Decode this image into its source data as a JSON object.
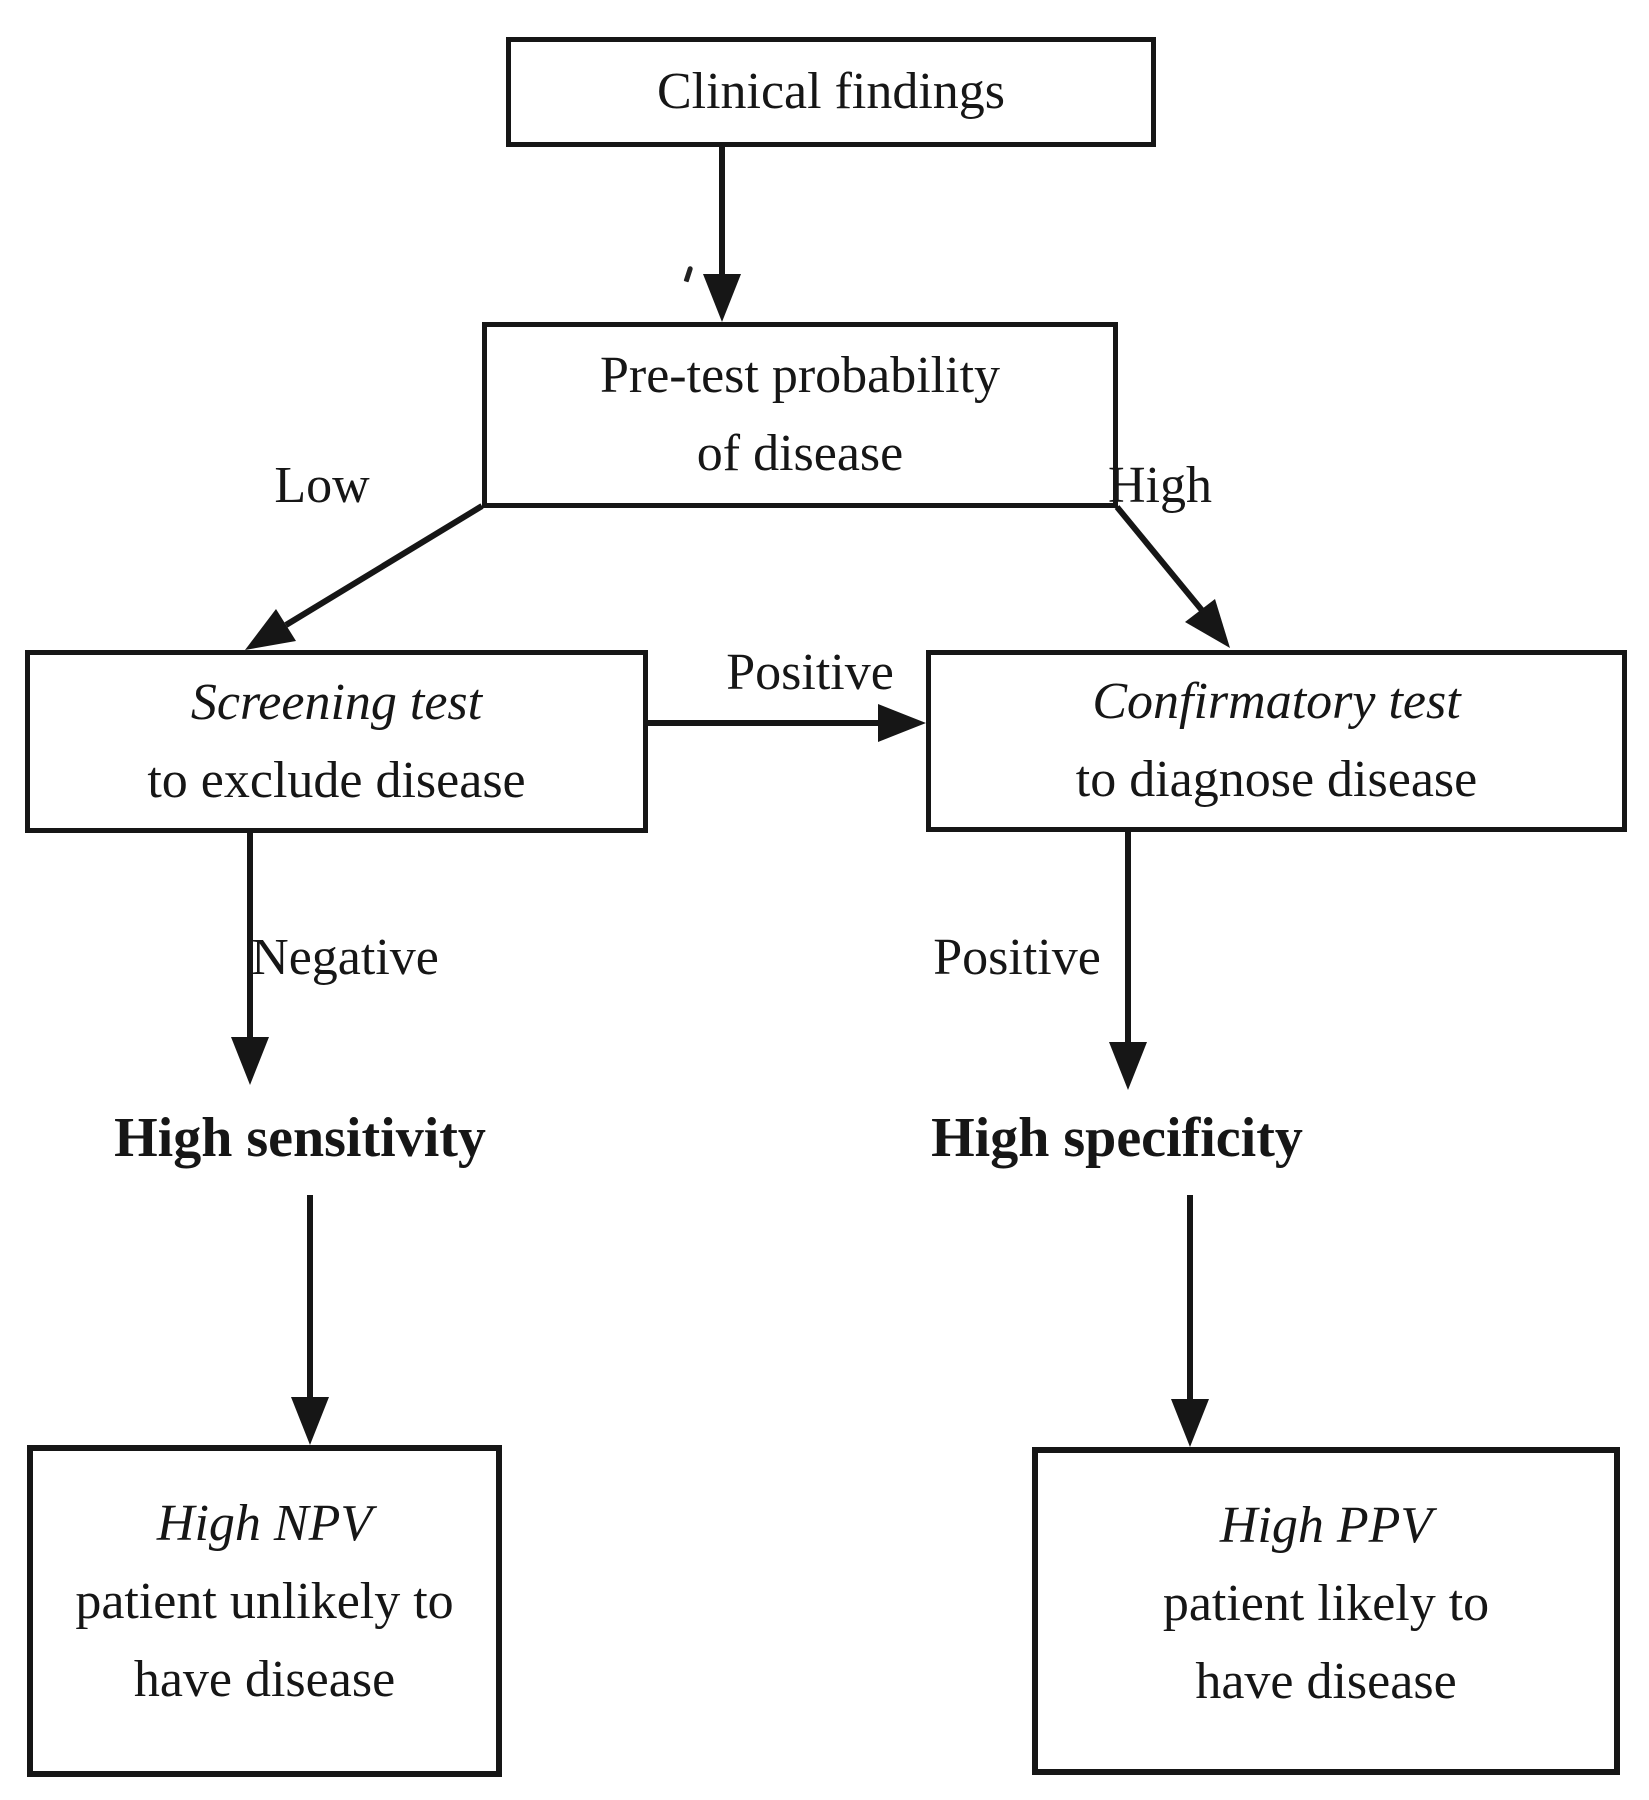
{
  "page": {
    "background": "#ffffff",
    "ink": "#161616"
  },
  "nodes": {
    "clinical": {
      "label": "Clinical findings"
    },
    "pretest": {
      "lines": [
        "Pre-test probability",
        "of disease"
      ]
    },
    "screening": {
      "emphasis": "Screening test",
      "rest": "to exclude disease"
    },
    "confirmatory": {
      "emphasis": "Confirmatory test",
      "rest": "to diagnose disease"
    },
    "sensitivity": {
      "label": "High sensitivity"
    },
    "specificity": {
      "label": "High specificity"
    },
    "npv": {
      "emphasis": "High NPV",
      "line2": "patient unlikely to",
      "line3": "have disease"
    },
    "ppv": {
      "emphasis": "High PPV",
      "line2": "patient likely to",
      "line3": "have disease"
    }
  },
  "edge_labels": {
    "low": "Low",
    "high": "High",
    "screen_positive": "Positive",
    "screen_negative": "Negative",
    "confirm_positive": "Positive"
  }
}
